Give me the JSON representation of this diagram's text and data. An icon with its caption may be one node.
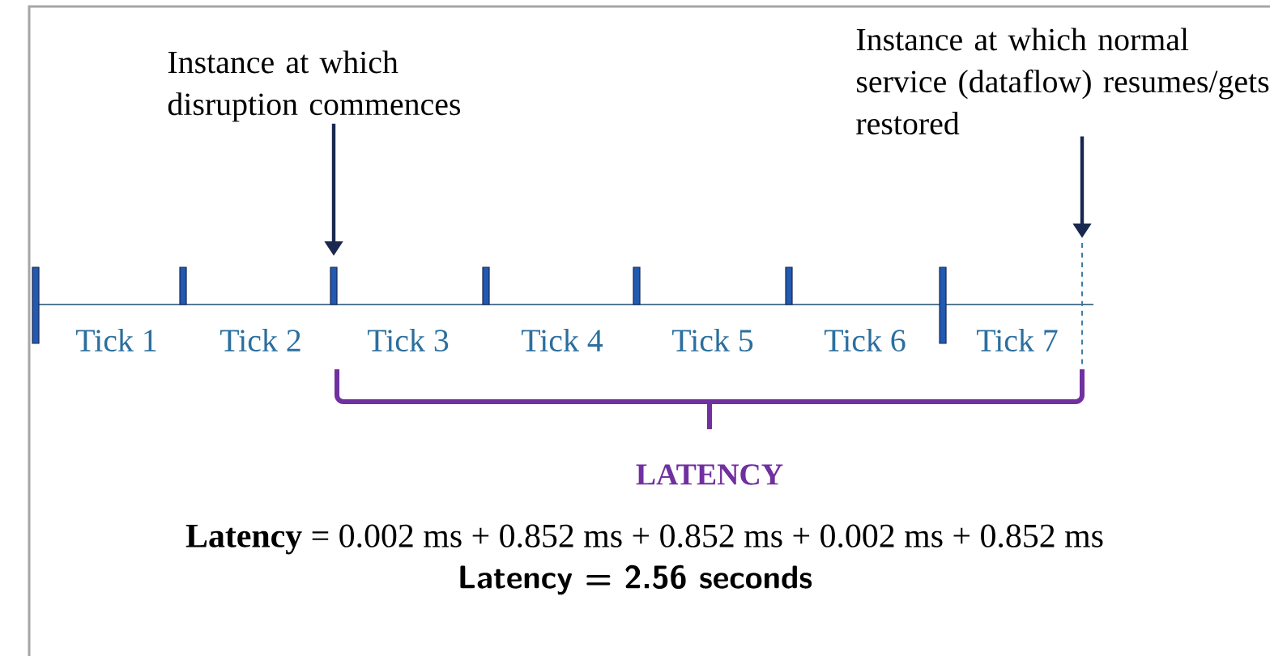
{
  "diagram": {
    "nodes": [
      {
        "text": [
          "Instance at which disruption commences"
        ]
      },
      {
        "text": [
          "Instance at which normal service (dataflow) resumes/gets restored"
        ]
      }
    ],
    "edges": [
      {
        "from": 0,
        "to": null,
        "arrow": "to"
      },
      {
        "from": 1,
        "to": null,
        "arrow": "to"
      }
    ],
    "labels": [
      "Tick 1",
      "Tick 2",
      "Tick 3",
      "Tick 4",
      "Tick 5",
      "Tick 6",
      "Tick 7",
      "LATENCY",
      "**Latency** = 0.002 ms + 0.852 ms + 0.852 ms + 0.002 ms + 0.852 ms",
      "Latency = 2.56 seconds"
    ]
  }
}
